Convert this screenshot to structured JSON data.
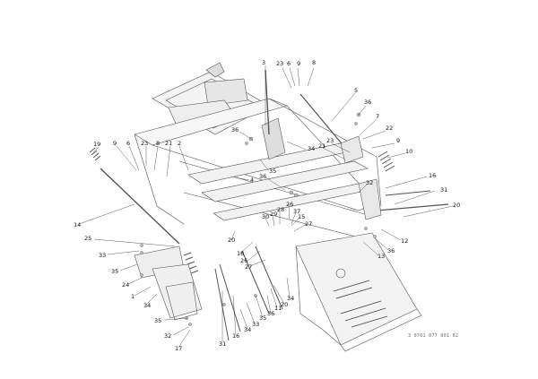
{
  "diagram": {
    "drawing_code": "3 0701 077 001 02",
    "callouts": [
      {
        "id": "c3a",
        "text": "3"
      },
      {
        "id": "c23a",
        "text": "23"
      },
      {
        "id": "c6a",
        "text": "6"
      },
      {
        "id": "c9a",
        "text": "9"
      },
      {
        "id": "c8a",
        "text": "8"
      },
      {
        "id": "c5",
        "text": "5"
      },
      {
        "id": "c36a",
        "text": "36"
      },
      {
        "id": "c7",
        "text": "7"
      },
      {
        "id": "c22",
        "text": "22"
      },
      {
        "id": "c9b",
        "text": "9"
      },
      {
        "id": "c10",
        "text": "10"
      },
      {
        "id": "c21a",
        "text": "21"
      },
      {
        "id": "c23b",
        "text": "23"
      },
      {
        "id": "c34a",
        "text": "34"
      },
      {
        "id": "c36b",
        "text": "36"
      },
      {
        "id": "c19",
        "text": "19"
      },
      {
        "id": "c9c",
        "text": "9"
      },
      {
        "id": "c6b",
        "text": "6"
      },
      {
        "id": "c23c",
        "text": "23"
      },
      {
        "id": "c8b",
        "text": "8"
      },
      {
        "id": "c21b",
        "text": "21"
      },
      {
        "id": "c2",
        "text": "2"
      },
      {
        "id": "c35a",
        "text": "35"
      },
      {
        "id": "c4",
        "text": "4"
      },
      {
        "id": "c36c",
        "text": "36"
      },
      {
        "id": "c16a",
        "text": "16"
      },
      {
        "id": "c32",
        "text": "32"
      },
      {
        "id": "c31a",
        "text": "31"
      },
      {
        "id": "c20a",
        "text": "20"
      },
      {
        "id": "c26",
        "text": "26"
      },
      {
        "id": "c30",
        "text": "30"
      },
      {
        "id": "c29",
        "text": "29"
      },
      {
        "id": "c28",
        "text": "28"
      },
      {
        "id": "c37",
        "text": "37"
      },
      {
        "id": "c15",
        "text": "15"
      },
      {
        "id": "c27a",
        "text": "27"
      },
      {
        "id": "c14",
        "text": "14"
      },
      {
        "id": "c25",
        "text": "25"
      },
      {
        "id": "c20b",
        "text": "20"
      },
      {
        "id": "c12",
        "text": "12"
      },
      {
        "id": "c36d",
        "text": "36"
      },
      {
        "id": "c13",
        "text": "13"
      },
      {
        "id": "c34b",
        "text": "34"
      },
      {
        "id": "c18",
        "text": "18"
      },
      {
        "id": "c26b",
        "text": "26"
      },
      {
        "id": "c27b",
        "text": "27"
      },
      {
        "id": "c33a",
        "text": "33"
      },
      {
        "id": "c35b",
        "text": "35"
      },
      {
        "id": "c24",
        "text": "24"
      },
      {
        "id": "c1",
        "text": "1"
      },
      {
        "id": "c34c",
        "text": "34"
      },
      {
        "id": "c35c",
        "text": "35"
      },
      {
        "id": "c32b",
        "text": "32"
      },
      {
        "id": "c17",
        "text": "17"
      },
      {
        "id": "c36e",
        "text": "36"
      },
      {
        "id": "c11",
        "text": "11"
      },
      {
        "id": "c20c",
        "text": "20"
      },
      {
        "id": "c35d",
        "text": "35"
      },
      {
        "id": "c33b",
        "text": "33"
      },
      {
        "id": "c34d",
        "text": "34"
      },
      {
        "id": "c31b",
        "text": "31"
      },
      {
        "id": "c16b",
        "text": "16"
      }
    ]
  }
}
